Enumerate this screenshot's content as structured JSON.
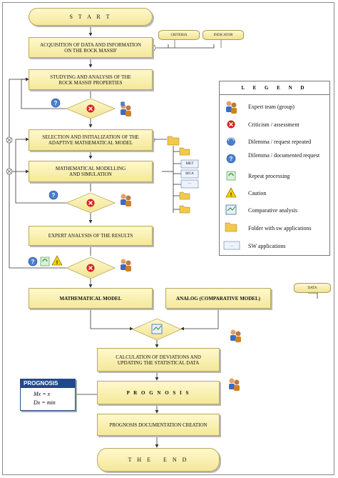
{
  "flow": {
    "start": "S T A R T",
    "acquisition": "ACQUISITION OF DATA AND INFORMATION ON THE ROCK MASSIF",
    "studying": "STUDYING AND ANALYSIS OF THE ROCK MASSIF PROPERTIES",
    "selection": "SELECTION AND INITIALIZATION OF THE ADAPTIVE MATHEMATICAL MODEL",
    "modelling": "MATHEMATICAL MODELLING AND SIMULATION",
    "expert": "EXPERT ANALYSIS OF THE RESULTS",
    "math_model": "MATHEMATICAL MODEL",
    "analog": "ANALOG (COMPARATIVE MODEL)",
    "calculation": "CALCULATION OF DEVIATIONS AND UPDATING THE STATISTICAL DATA",
    "prognosis": "P R O G N O S I S",
    "documentation": "PROGNOSIS DOCUMENTATION CREATION",
    "end": "T H E   E N D"
  },
  "databases": {
    "criteria": "CRITERIA",
    "indicator": "INDICATOR",
    "data": "DATA"
  },
  "apps": [
    "MKT",
    "MGA",
    "..."
  ],
  "legend": {
    "title": "L E G E N D",
    "items": [
      {
        "icon": "expert-team-icon",
        "label": "Expert team (group)"
      },
      {
        "icon": "criticism-icon",
        "label": "Criticism / assessment"
      },
      {
        "icon": "dilemma-repeated-icon",
        "label": "Dilemma / request repeated"
      },
      {
        "icon": "dilemma-documented-icon",
        "label": "Dilemma / documented request"
      },
      {
        "icon": "repeat-icon",
        "label": "Repeat processing"
      },
      {
        "icon": "caution-icon",
        "label": "Caution"
      },
      {
        "icon": "comparative-analysis-icon",
        "label": "Comparative analysis"
      },
      {
        "icon": "folder-icon",
        "label": "Folder with sw applications"
      },
      {
        "icon": "sw-app-icon",
        "label": "SW applications"
      }
    ]
  },
  "prognosis_box": {
    "title": "PROGNOSIS",
    "line1": "Mx = x",
    "line2": "Dx = min"
  },
  "colors": {
    "box": "#fff4b8",
    "border": "#b9a95a",
    "criticism": "#d62020",
    "prognosis_header": "#1f4a8c"
  }
}
